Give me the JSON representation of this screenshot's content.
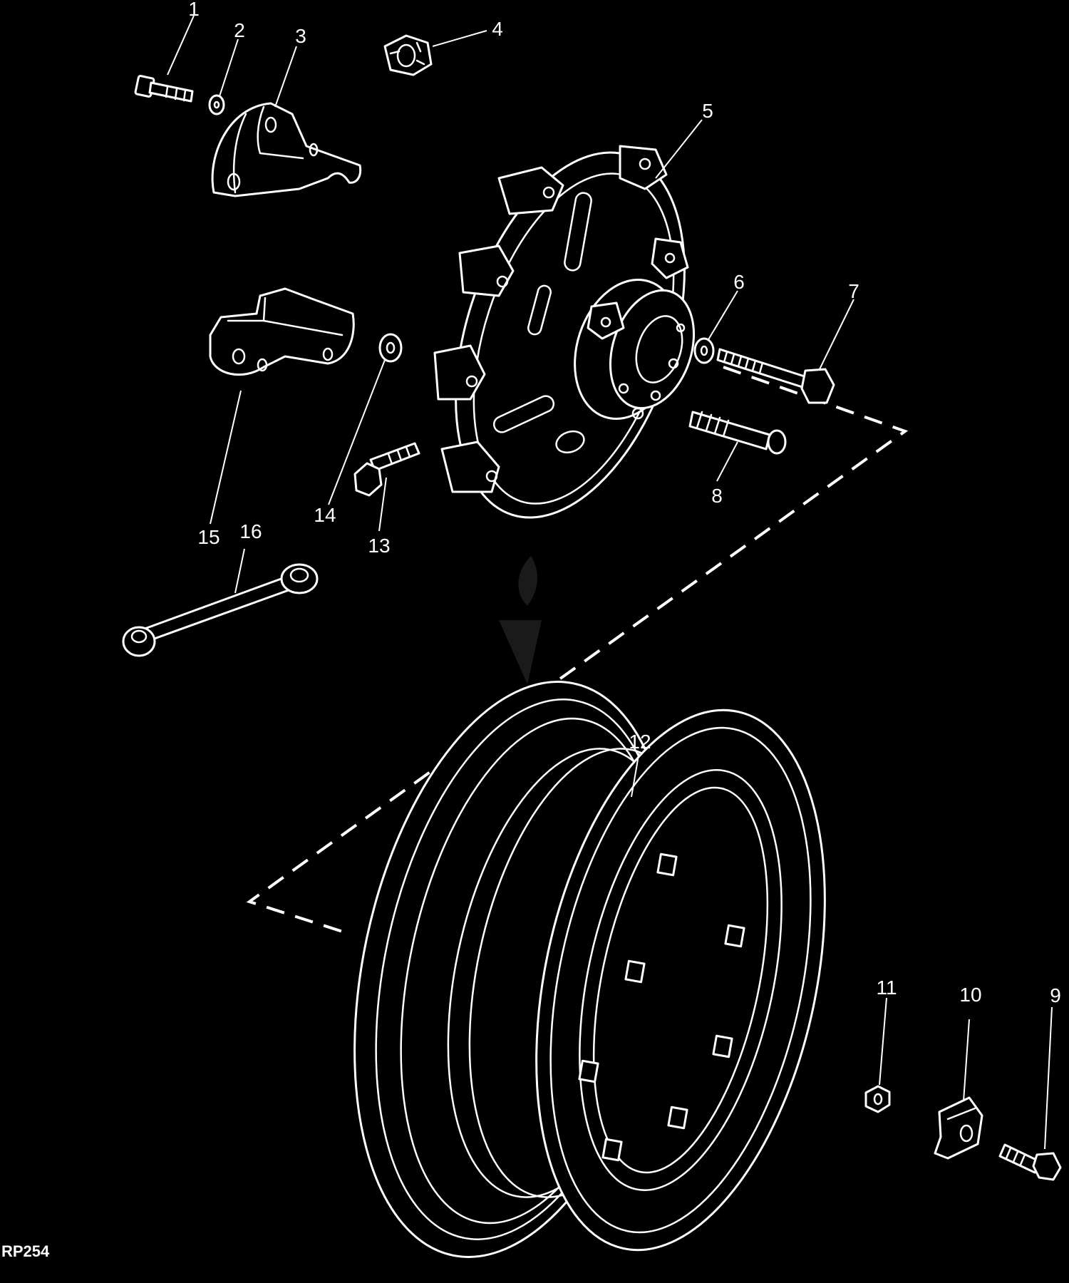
{
  "diagram": {
    "figure_code": "RP254",
    "callouts": [
      {
        "id": "c1",
        "label": "1"
      },
      {
        "id": "c2",
        "label": "2"
      },
      {
        "id": "c3",
        "label": "3"
      },
      {
        "id": "c4",
        "label": "4"
      },
      {
        "id": "c5",
        "label": "5"
      },
      {
        "id": "c6",
        "label": "6"
      },
      {
        "id": "c7",
        "label": "7"
      },
      {
        "id": "c8",
        "label": "8"
      },
      {
        "id": "c9",
        "label": "9"
      },
      {
        "id": "c10",
        "label": "10"
      },
      {
        "id": "c11",
        "label": "11"
      },
      {
        "id": "c12",
        "label": "12"
      },
      {
        "id": "c13",
        "label": "13"
      },
      {
        "id": "c14",
        "label": "14"
      },
      {
        "id": "c15",
        "label": "15"
      },
      {
        "id": "c16",
        "label": "16"
      }
    ],
    "colors": {
      "background": "#000000",
      "lines": "#ffffff"
    }
  }
}
